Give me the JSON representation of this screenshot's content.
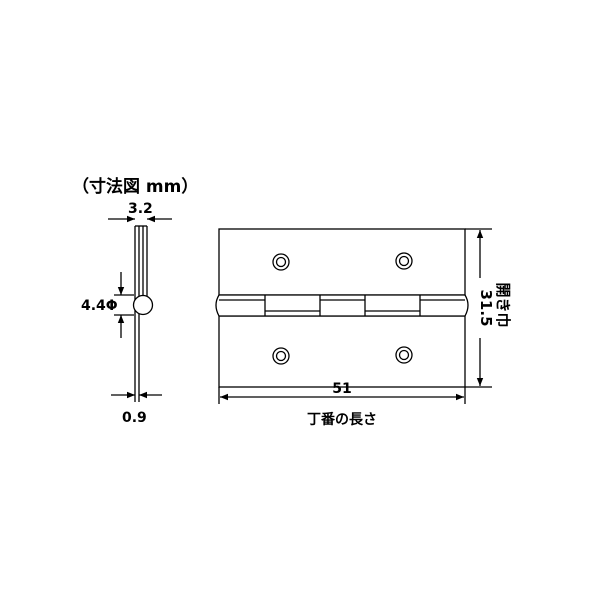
{
  "title": "（寸法図 mm）",
  "side_view": {
    "thickness_label": "3.2",
    "pin_label": "4.4Φ",
    "plate_label": "0.9"
  },
  "front_view": {
    "width_value": "51",
    "width_label": "丁番の長さ",
    "height_value": "31.5",
    "height_label": "開き巾"
  },
  "colors": {
    "line": "#000000",
    "background": "#ffffff"
  }
}
